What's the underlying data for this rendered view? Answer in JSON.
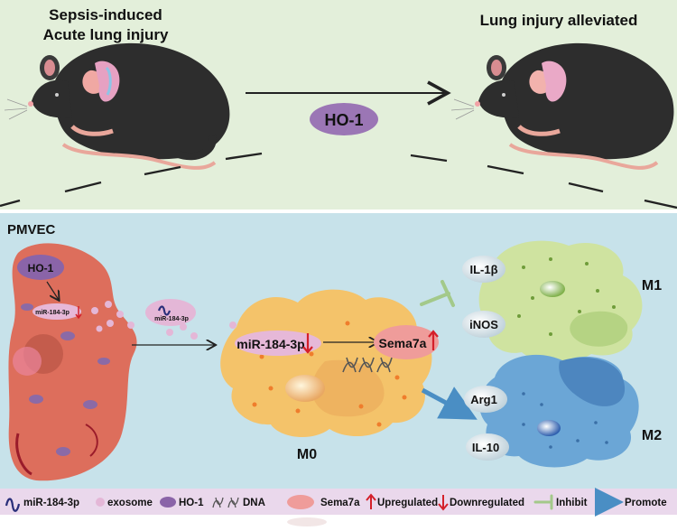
{
  "top_panel": {
    "left_title_line1": "Sepsis-induced",
    "left_title_line2": "Acute lung injury",
    "right_title": "Lung injury alleviated",
    "treatment_label": "HO-1"
  },
  "bottom_panel": {
    "cell_label": "PMVEC",
    "cell_ho1": "HO-1",
    "cell_mirna": "miR-184-3p",
    "exosome_mirna": "miR-184-3p",
    "m0_mirna": "miR-184-3p",
    "m0_target": "Sema7a",
    "m0_label": "M0",
    "m1_label": "M1",
    "m1_marker_1": "IL-1β",
    "m1_marker_2": "iNOS",
    "m2_label": "M2",
    "m2_marker_1": "Arg1",
    "m2_marker_2": "IL-10"
  },
  "legend": [
    {
      "icon": "mirna-squiggle-icon",
      "label": "miR-184-3p"
    },
    {
      "icon": "exosome-dot-icon",
      "label": "exosome"
    },
    {
      "icon": "ho1-ellipse-icon",
      "label": "HO-1"
    },
    {
      "icon": "dna-helix-icon",
      "label": "DNA"
    },
    {
      "icon": "sema7a-ellipse-icon",
      "label": "Sema7a"
    },
    {
      "icon": "up-arrow-icon",
      "label": "Upregulated"
    },
    {
      "icon": "down-arrow-icon",
      "label": "Downregulated"
    },
    {
      "icon": "inhibit-icon",
      "label": "Inhibit"
    },
    {
      "icon": "promote-arrow-icon",
      "label": "Promote"
    }
  ],
  "colors": {
    "top_bg": "#e3efda",
    "bottom_bg": "#c7e2ea",
    "legend_bg": "#ead8ec",
    "ho1": "#9b76b5",
    "cell": "#dd6e5c",
    "m0": "#f4c36a",
    "m1": "#cfe3a0",
    "m2": "#5d9fd0",
    "sema7a": "#ef9c9a",
    "up_down": "#d4202a",
    "inhibit": "#a3c98a",
    "promote": "#4a8ec4"
  }
}
